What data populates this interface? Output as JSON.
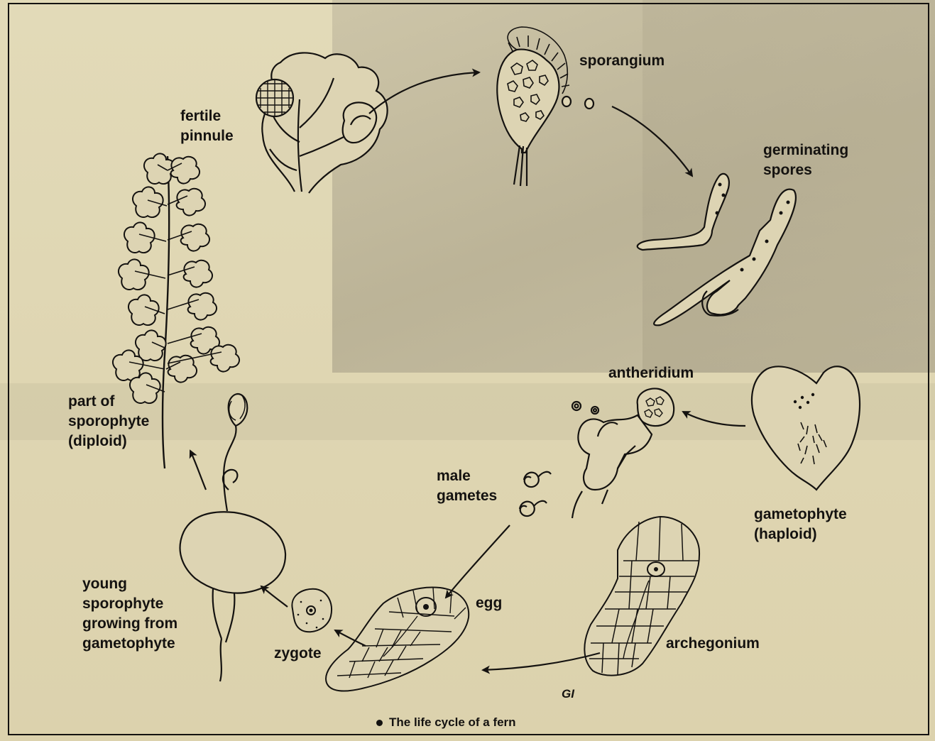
{
  "labels": {
    "sporangium": "sporangium",
    "fertile_pinnule": [
      "fertile",
      "pinnule"
    ],
    "germinating_spores": [
      "germinating",
      "spores"
    ],
    "antheridium": "antheridium",
    "gametophyte": [
      "gametophyte",
      "(haploid)"
    ],
    "male_gametes": [
      "male",
      "gametes"
    ],
    "archegonium": "archegonium",
    "egg": "egg",
    "zygote": "zygote",
    "young_sporophyte": [
      "young",
      "sporophyte",
      "growing from",
      "gametophyte"
    ],
    "part_of_sporophyte": [
      "part of",
      "sporophyte",
      "(diploid)"
    ]
  },
  "caption": "The life cycle of a fern",
  "credit": "GI",
  "colors": {
    "ink": "#141210",
    "paper": "#ddd4b3"
  }
}
